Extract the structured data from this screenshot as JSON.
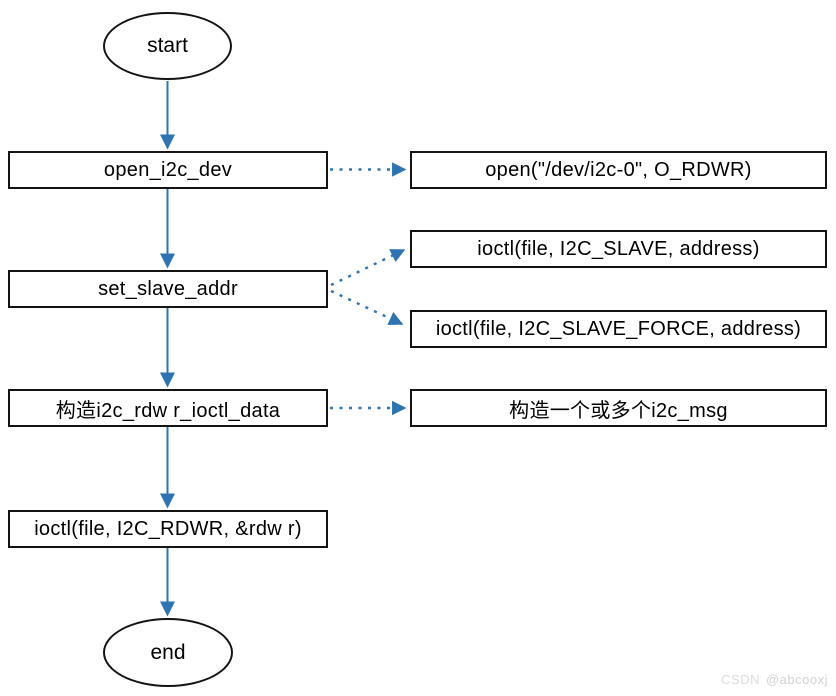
{
  "diagram_type": "flowchart",
  "colors": {
    "connector_blue": "#2e74b5",
    "node_border": "#141414",
    "node_fill": "#ffffff",
    "watermark_gray": "#d6d6d6"
  },
  "nodes": {
    "start": {
      "label": "start",
      "shape": "ellipse"
    },
    "open_i2c_dev": {
      "label": "open_i2c_dev",
      "shape": "process"
    },
    "open_call": {
      "label": "open(\"/dev/i2c-0\", O_RDWR)",
      "shape": "process"
    },
    "ioctl_i2c_slave": {
      "label": "ioctl(file, I2C_SLAVE, address)",
      "shape": "process"
    },
    "set_slave_addr": {
      "label": "set_slave_addr",
      "shape": "process"
    },
    "ioctl_i2c_slave_force": {
      "label": "ioctl(file, I2C_SLAVE_FORCE, address)",
      "shape": "process"
    },
    "build_i2c_rdwr_ioctl_data": {
      "label": "构造i2c_rdw r_ioctl_data",
      "shape": "process"
    },
    "build_i2c_msg": {
      "label": "构造一个或多个i2c_msg",
      "shape": "process"
    },
    "ioctl_i2c_rdwr": {
      "label": "ioctl(file, I2C_RDWR, &rdw r)",
      "shape": "process"
    },
    "end": {
      "label": "end",
      "shape": "ellipse"
    }
  },
  "edges": [
    {
      "from": "start",
      "to": "open_i2c_dev",
      "style": "solid"
    },
    {
      "from": "open_i2c_dev",
      "to": "open_call",
      "style": "dashed"
    },
    {
      "from": "open_i2c_dev",
      "to": "set_slave_addr",
      "style": "solid"
    },
    {
      "from": "set_slave_addr",
      "to": "ioctl_i2c_slave",
      "style": "dashed"
    },
    {
      "from": "set_slave_addr",
      "to": "ioctl_i2c_slave_force",
      "style": "dashed"
    },
    {
      "from": "set_slave_addr",
      "to": "build_i2c_rdwr_ioctl_data",
      "style": "solid"
    },
    {
      "from": "build_i2c_rdwr_ioctl_data",
      "to": "build_i2c_msg",
      "style": "dashed"
    },
    {
      "from": "build_i2c_rdwr_ioctl_data",
      "to": "ioctl_i2c_rdwr",
      "style": "solid"
    },
    {
      "from": "ioctl_i2c_rdwr",
      "to": "end",
      "style": "solid"
    }
  ],
  "watermark": {
    "brand": "CSDN",
    "user": "@abcooxj"
  }
}
